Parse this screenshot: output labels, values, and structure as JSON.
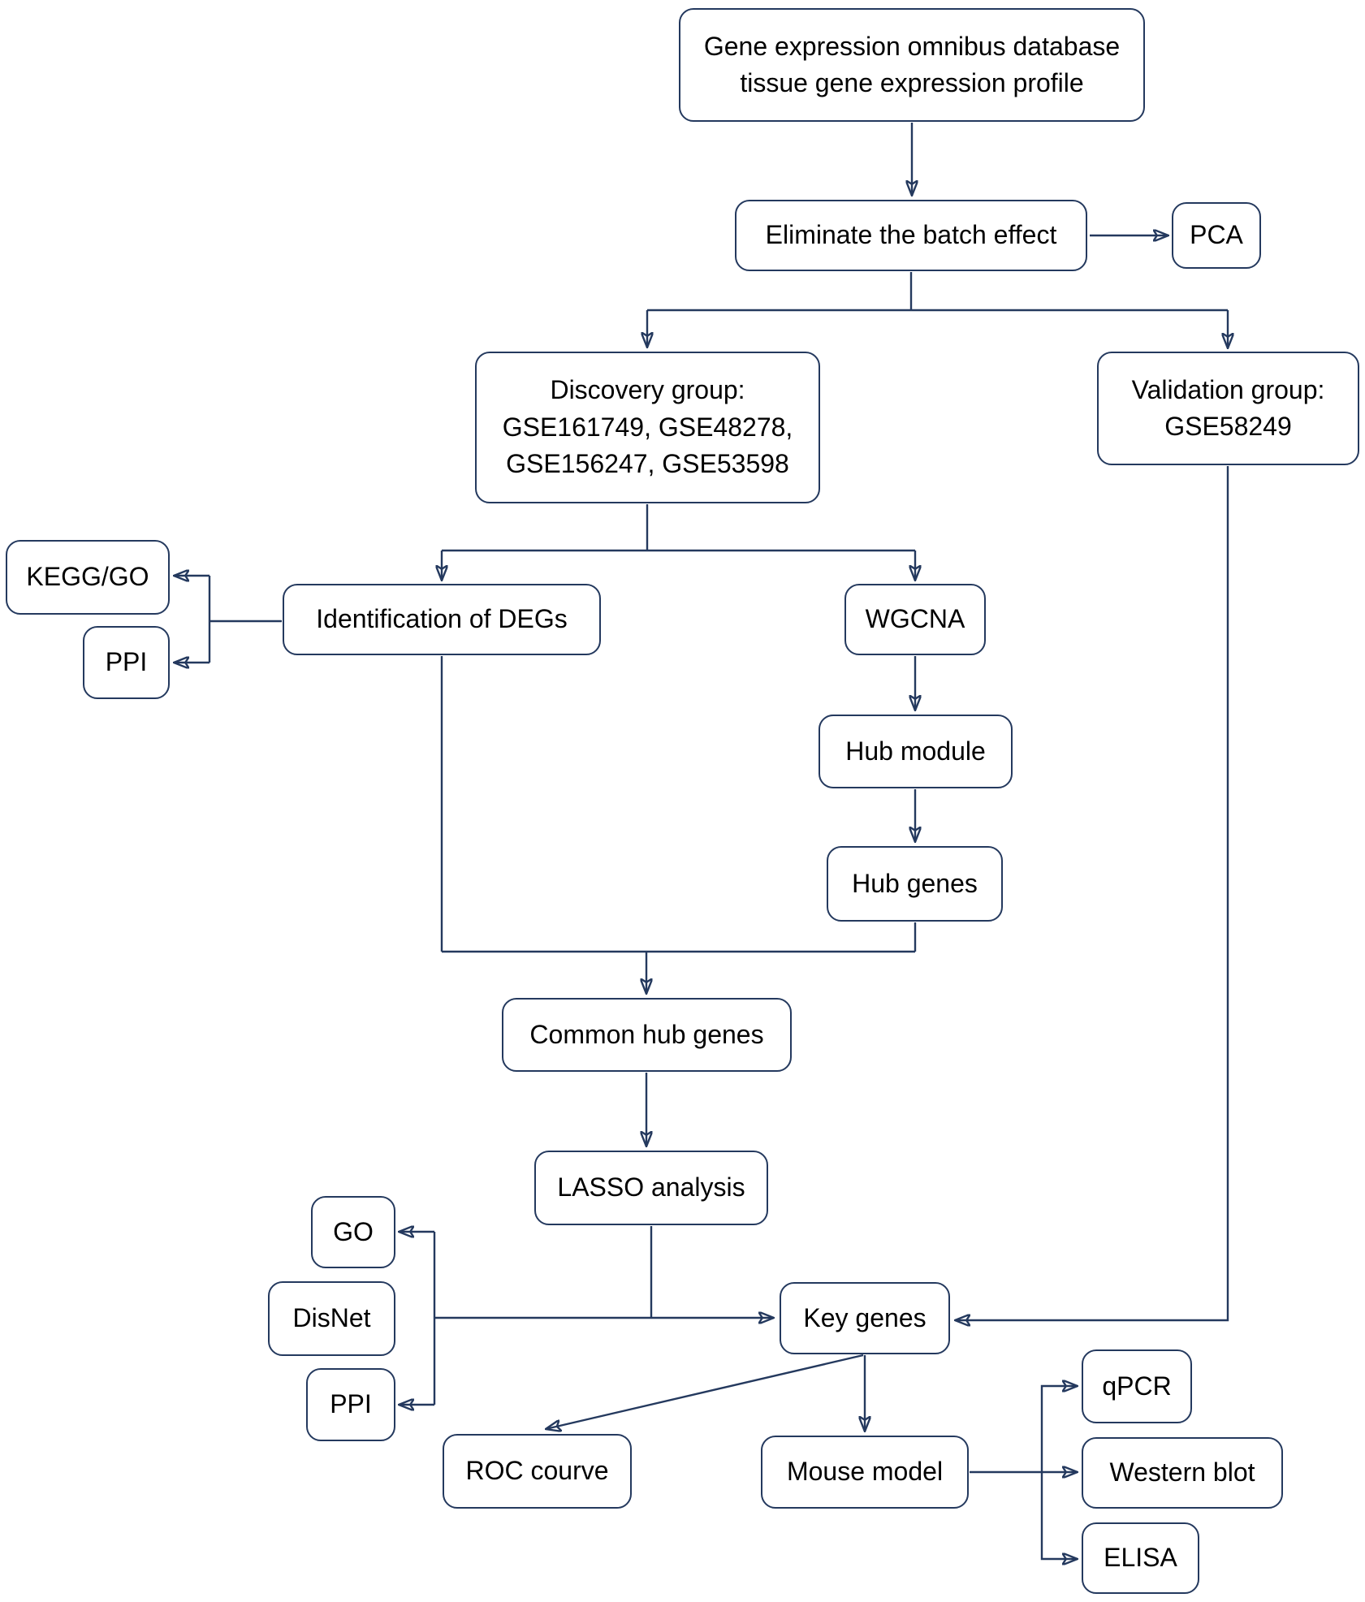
{
  "colors": {
    "line": "#24395e",
    "box_border": "#24395e",
    "box_fill": "#ffffff",
    "text": "#000000",
    "background": "#ffffff"
  },
  "nodes": {
    "geo": {
      "label": "Gene expression omnibus database\ntissue gene expression profile"
    },
    "eliminate": {
      "label": "Eliminate the batch effect"
    },
    "pca": {
      "label": "PCA"
    },
    "discovery": {
      "label": "Discovery group:\nGSE161749, GSE48278,\nGSE156247, GSE53598"
    },
    "validation": {
      "label": "Validation group:\nGSE58249"
    },
    "kegg_go": {
      "label": "KEGG/GO"
    },
    "ppi_top": {
      "label": "PPI"
    },
    "degs": {
      "label": "Identification of DEGs"
    },
    "wgcna": {
      "label": "WGCNA"
    },
    "hub_module": {
      "label": "Hub module"
    },
    "hub_genes": {
      "label": "Hub genes"
    },
    "common_hub": {
      "label": "Common hub genes"
    },
    "lasso": {
      "label": "LASSO analysis"
    },
    "go": {
      "label": "GO"
    },
    "disnet": {
      "label": "DisNet"
    },
    "ppi_bottom": {
      "label": "PPI"
    },
    "key_genes": {
      "label": "Key genes"
    },
    "roc": {
      "label": "ROC courve"
    },
    "mouse": {
      "label": "Mouse model"
    },
    "qpcr": {
      "label": "qPCR"
    },
    "western": {
      "label": "Western blot"
    },
    "elisa": {
      "label": "ELISA"
    }
  }
}
